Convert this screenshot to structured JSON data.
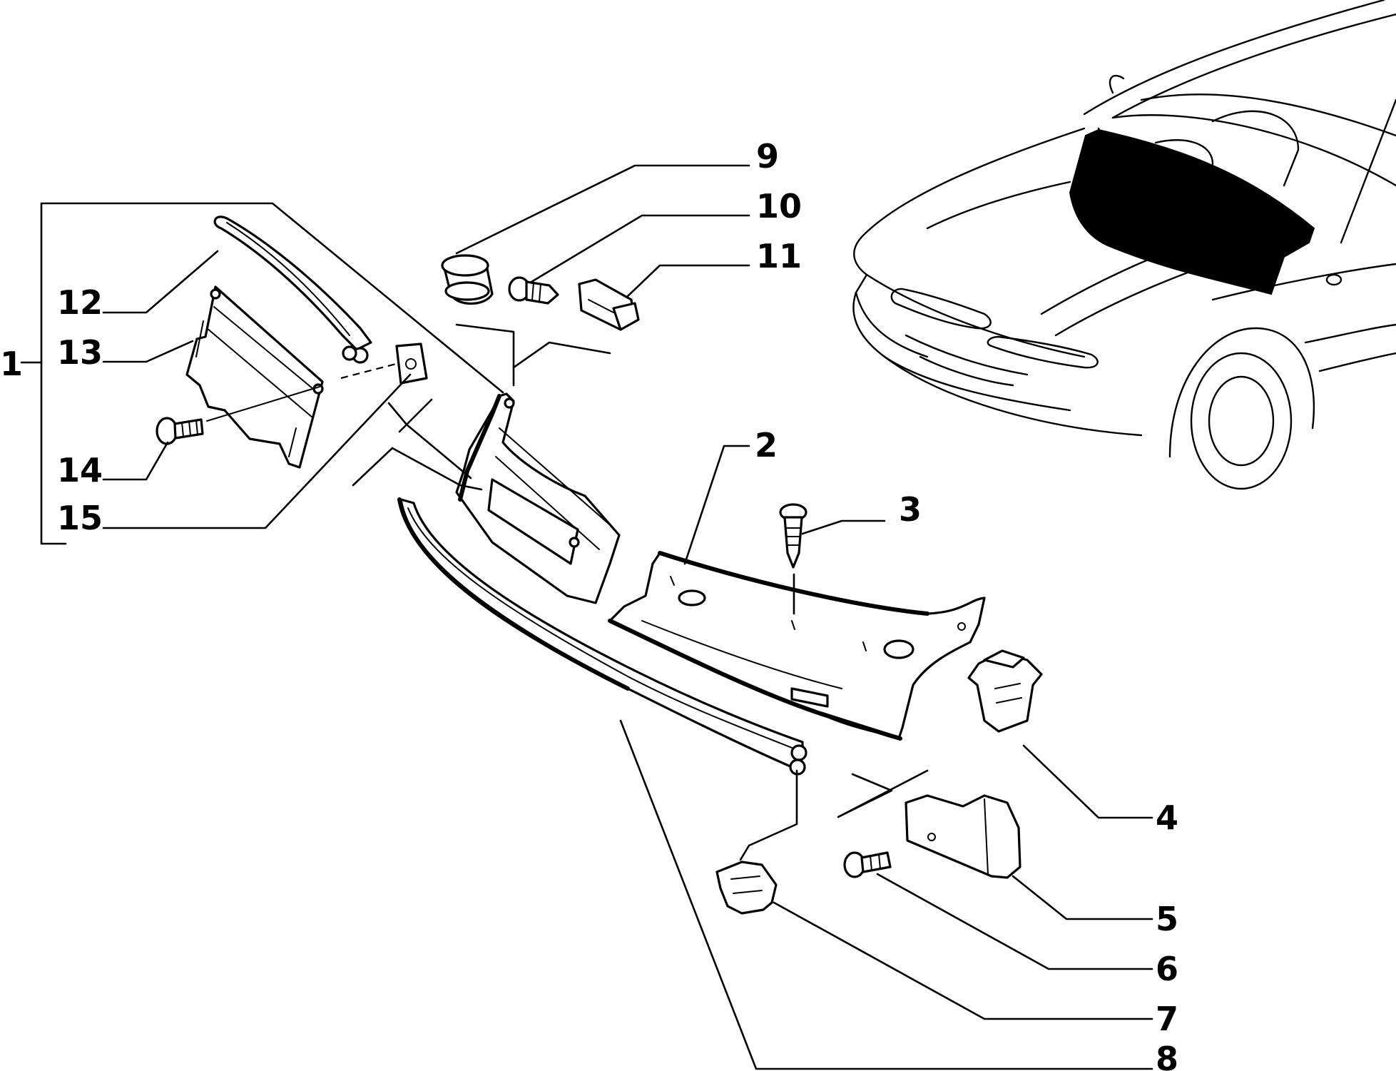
{
  "labels": [
    {
      "id": "1",
      "text": "1"
    },
    {
      "id": "2",
      "text": "2"
    },
    {
      "id": "3",
      "text": "3"
    },
    {
      "id": "4",
      "text": "4"
    },
    {
      "id": "5",
      "text": "5"
    },
    {
      "id": "6",
      "text": "6"
    },
    {
      "id": "7",
      "text": "7"
    },
    {
      "id": "8",
      "text": "8"
    },
    {
      "id": "9",
      "text": "9"
    },
    {
      "id": "10",
      "text": "10"
    },
    {
      "id": "11",
      "text": "11"
    },
    {
      "id": "12",
      "text": "12"
    },
    {
      "id": "13",
      "text": "13"
    },
    {
      "id": "14",
      "text": "14"
    },
    {
      "id": "15",
      "text": "15"
    }
  ],
  "colors": {
    "line": "#000000",
    "background": "#ffffff",
    "highlight": "#000000"
  }
}
